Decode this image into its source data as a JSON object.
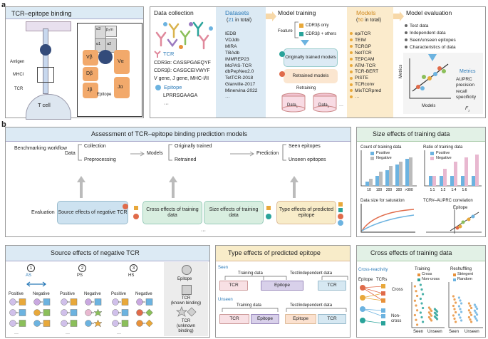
{
  "panel_a": {
    "label": "a",
    "binding": {
      "title": "TCR–epitope binding",
      "antigen": "Antigen",
      "mhci": "MHCI",
      "tcr": "TCR",
      "tcell": "T cell",
      "epitope": "Epitope",
      "chains": {
        "a3": "α3",
        "b2m": "β₂m",
        "a1": "α1",
        "a2": "α2",
        "vb": "Vβ",
        "va": "Vα",
        "db": "Dβ",
        "jb": "Jβ",
        "ja": "Jα"
      }
    },
    "collection": {
      "title": "Data collection",
      "tcr_label": "TCR",
      "cdr3a": "CDR3α: CASSPGAEQYF",
      "cdr3b": "CDR3β: CASGCEIVWYF",
      "genes": "V gene, J gene, MHC-I/II",
      "epitope_label": "Epitope",
      "epitope_seq": "LPRRSGAAGA",
      "ellipsis": "···"
    },
    "datasets": {
      "title": "Datasets",
      "count_prefix": "(",
      "count": "21",
      "count_suffix": " in total)",
      "items": [
        "IEDB",
        "VDJdb",
        "MIRA",
        "TBAdb",
        "IMMREP23",
        "McPAS-TCR",
        "dbPepNeo2.0",
        "TetTCR-2018",
        "Glanville-2017",
        "Minervina-2022"
      ],
      "ellipsis": "···"
    },
    "training": {
      "title": "Model training",
      "feature": "Feature",
      "cdr3b_only": "CDR3β only",
      "cdr3b_others": "CDR3β + others",
      "original": "Originally trained models",
      "retrained": "Retrained models",
      "retraining": "Retraining",
      "data1": "Data",
      "data1_sub": "1",
      "data2": "Data",
      "data2_sub": "2",
      "ellipsis": "···"
    },
    "models": {
      "title": "Models",
      "count_prefix": "(",
      "count": "50",
      "count_suffix": " in total)",
      "items": [
        "epiTCR",
        "TEIM",
        "TCRGP",
        "NetTCR",
        "TEPCAM",
        "ATM-TCR",
        "TCR-BERT",
        "PISTE",
        "TCRconv",
        "MixTCRpred"
      ],
      "ellipsis": "···"
    },
    "evaluation": {
      "title": "Model evaluation",
      "bullets": [
        "Test data",
        "Independent data",
        "Seen/unseen epitopes",
        "Characteristics of data"
      ],
      "xlabel": "Models",
      "ylabel": "Metrics",
      "metrics_title": "Metrics",
      "metrics": [
        "AUPRC",
        "precision",
        "recall",
        "specificity"
      ],
      "f1": "F",
      "f1_sub": "1"
    }
  },
  "panel_b": {
    "label": "b",
    "assessment": {
      "title": "Assessment of TCR–epitope binding prediction models",
      "workflow": "Benchmarking workflow",
      "data": "Data",
      "collection": "Collection",
      "preprocessing": "Preprocessing",
      "models": "Models",
      "orig": "Originally trained",
      "retrained": "Retrained",
      "prediction": "Prediction",
      "seen": "Seen epitopes",
      "unseen": "Unseen epitopes",
      "evaluation": "Evaluation",
      "boxes": [
        "Source effects of negative TCR",
        "Cross effects of training data",
        "Size effects of training data",
        "Type effects of predicted epitope"
      ],
      "ellipsis": "···"
    },
    "size_effects": {
      "title": "Size effects of training data",
      "chart1_title": "Count of training data",
      "chart1_legend": [
        "Positive",
        "Negative"
      ],
      "chart1_x": [
        "10",
        "100",
        "200",
        "300",
        ">300"
      ],
      "chart1_caption": "Data size for saturation",
      "chart2_title": "Ratio of training data",
      "chart2_legend": [
        "Positive",
        "Negative"
      ],
      "chart2_x": [
        "1:1",
        "1:2",
        "1:4",
        "1:6",
        ""
      ],
      "chart2_caption": "TCR#–AUPRC correlation",
      "chart2_epitope": "Epitope"
    },
    "source_effects": {
      "title": "Source effects of negative TCR",
      "groups": [
        {
          "num": "1",
          "name": "AS"
        },
        {
          "num": "2",
          "name": "PS"
        },
        {
          "num": "3",
          "name": "HS"
        }
      ],
      "positive": "Positive",
      "negative": "Negative",
      "legend": {
        "epitope": "Epitope",
        "tcr_known": "TCR\n(known binding)",
        "tcr_unknown": "TCR\n(unknown binding)"
      },
      "ellipsis": "···"
    },
    "type_effects": {
      "title": "Type effects of predicted epitope",
      "seen": "Seen",
      "unseen": "Unseen",
      "training_data": "Training data",
      "test_data": "Test/independent data",
      "tcr": "TCR",
      "epitope": "Epitope"
    },
    "cross_effects": {
      "title": "Cross effects of training data",
      "reactivity": "Cross-reactivity",
      "epitope": "Epitope",
      "tcrs": "TCRs",
      "cross": "Cross",
      "noncross": "Non-\ncross",
      "training": "Training",
      "training_legend": [
        "Cross",
        "Non-cross"
      ],
      "reshuffling": "Reshuffling",
      "reshuffling_legend": [
        "Stringent",
        "Random"
      ],
      "seen": "Seen",
      "unseen": "Unseen"
    }
  },
  "colors": {
    "blue_bg": "#dceaf4",
    "green_bg": "#e2f1e6",
    "yellow_bg": "#f8ecc9",
    "pink": "#e8b8d0",
    "accent_blue": "#2a7ab8",
    "orange": "#e8913a",
    "teal": "#2aa39a"
  }
}
